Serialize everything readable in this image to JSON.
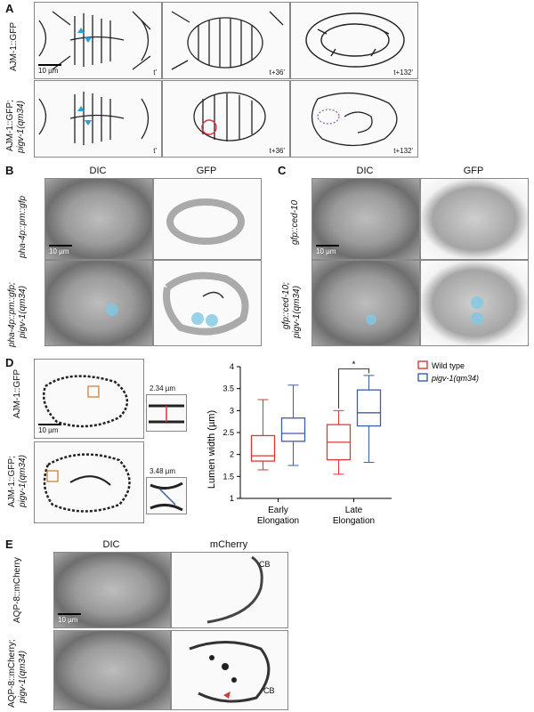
{
  "panelA": {
    "letter": "A",
    "row1_label": "AJM-1::GFP",
    "row2_label_a": "AJM-1::GFP;",
    "row2_label_b": "pigv-1(qm34)",
    "times": [
      "t'",
      "t+36'",
      "t+132'"
    ],
    "scale": "10 µm"
  },
  "panelB": {
    "letter": "B",
    "col1": "DIC",
    "col2": "GFP",
    "row1_label": "pha-4p::pm::gfp",
    "row2_label_a": "pha-4p::pm::gfp;",
    "row2_label_b": "pigv-1(qm34)",
    "scale": "10 µm"
  },
  "panelC": {
    "letter": "C",
    "col1": "DIC",
    "col2": "GFP",
    "row1_label": "gfp::ced-10",
    "row2_label_a": "gfp::ced-10;",
    "row2_label_b": "pigv-1(qm34)",
    "scale": "10 µm"
  },
  "panelD": {
    "letter": "D",
    "row1_label": "AJM-1::GFP",
    "row2_label_a": "AJM-1::GFP;",
    "row2_label_b": "pigv-1(qm34)",
    "inset1": "2.34 µm",
    "inset2": "3.48 µm",
    "scale": "10 µm"
  },
  "panelE": {
    "letter": "E",
    "col1": "DIC",
    "col2": "mCherry",
    "row1_label": "AQP-8::mCherry",
    "row2_label_a": "AQP-8::mCherry;",
    "row2_label_b": "pigv-1(qm34)",
    "cb": "CB",
    "scale": "10 µm"
  },
  "chart_data": {
    "type": "box",
    "ylabel": "Lumen width (µm)",
    "ylim": [
      1,
      4
    ],
    "yticks": [
      1,
      1.5,
      2,
      2.5,
      3,
      3.5,
      4
    ],
    "categories": [
      "Early Elongation",
      "Late Elongation"
    ],
    "significance": "*",
    "series": [
      {
        "name": "Wild type",
        "color": "#d9383a",
        "boxes": [
          {
            "min": 1.65,
            "q1": 1.85,
            "median": 1.97,
            "q3": 2.43,
            "max": 3.25
          },
          {
            "min": 1.55,
            "q1": 1.88,
            "median": 2.28,
            "q3": 2.68,
            "max": 3.0
          }
        ]
      },
      {
        "name": "pigv-1(qm34)",
        "color": "#3a5ea8",
        "boxes": [
          {
            "min": 1.75,
            "q1": 2.3,
            "median": 2.48,
            "q3": 2.83,
            "max": 3.58
          },
          {
            "min": 1.82,
            "q1": 2.65,
            "median": 2.95,
            "q3": 3.47,
            "max": 3.8
          }
        ]
      }
    ]
  }
}
